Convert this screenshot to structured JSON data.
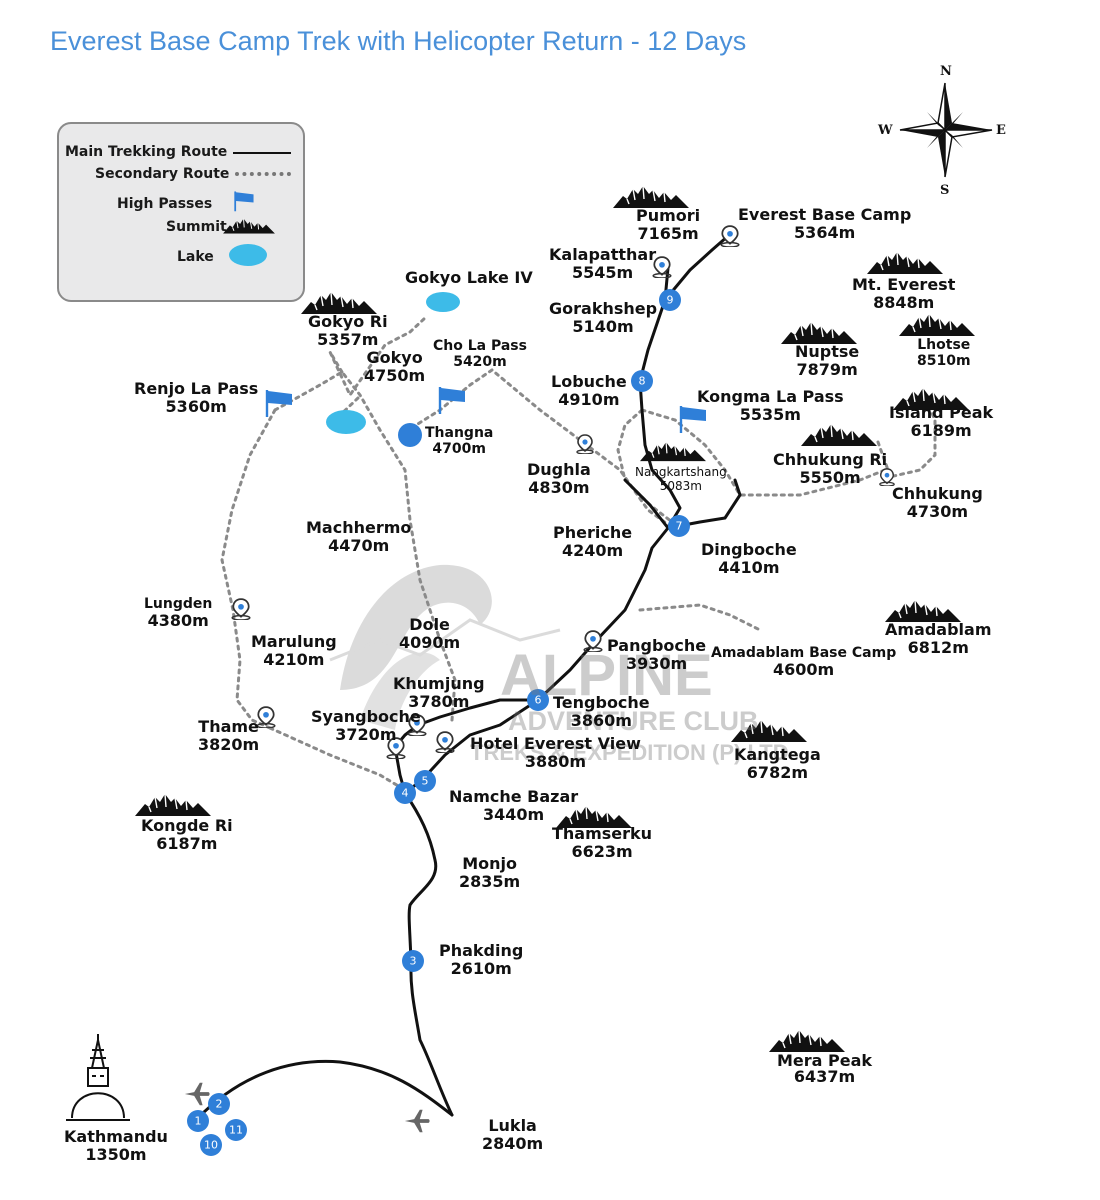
{
  "title": "Everest Base Camp Trek with Helicopter Return - 12 Days",
  "legend": {
    "main_route": "Main Trekking Route",
    "secondary_route": "Secondary Route",
    "high_passes": "High Passes",
    "summit": "Summit",
    "lake": "Lake"
  },
  "compass": {
    "n": "N",
    "s": "S",
    "e": "E",
    "w": "W"
  },
  "watermark": {
    "line1": "ALPINE",
    "line2": "ADVENTURE CLUB",
    "line3": "TREKS & EXPEDITION (P) LTD"
  },
  "places": {
    "pumori": {
      "name": "Pumori",
      "alt": "7165m"
    },
    "ebc": {
      "name": "Everest Base Camp",
      "alt": "5364m"
    },
    "kalapatthar": {
      "name": "Kalapatthar",
      "alt": "5545m"
    },
    "mteverest": {
      "name": "Mt. Everest",
      "alt": "8848m"
    },
    "gokyolake": {
      "name": "Gokyo Lake IV"
    },
    "gorakhshep": {
      "name": "Gorakhshep",
      "alt": "5140m"
    },
    "gokyori": {
      "name": "Gokyo Ri",
      "alt": "5357m"
    },
    "nuptse": {
      "name": "Nuptse",
      "alt": "7879m"
    },
    "lhotse": {
      "name": "Lhotse",
      "alt": "8510m"
    },
    "gokyo": {
      "name": "Gokyo",
      "alt": "4750m"
    },
    "chola": {
      "name": "Cho La Pass",
      "alt": "5420m"
    },
    "lobuche": {
      "name": "Lobuche",
      "alt": "4910m"
    },
    "renjola": {
      "name": "Renjo La Pass",
      "alt": "5360m"
    },
    "kongmala": {
      "name": "Kongma La Pass",
      "alt": "5535m"
    },
    "islandpeak": {
      "name": "Island Peak",
      "alt": "6189m"
    },
    "thangna": {
      "name": "Thangna",
      "alt": "4700m"
    },
    "dughla": {
      "name": "Dughla",
      "alt": "4830m"
    },
    "nangkartshang": {
      "name": "Nangkartshang",
      "alt": "5083m"
    },
    "chhukungri": {
      "name": "Chhukung Ri",
      "alt": "5550m"
    },
    "chhukung": {
      "name": "Chhukung",
      "alt": "4730m"
    },
    "machhermo": {
      "name": "Machhermo",
      "alt": "4470m"
    },
    "pheriche": {
      "name": "Pheriche",
      "alt": "4240m"
    },
    "dingboche": {
      "name": "Dingboche",
      "alt": "4410m"
    },
    "lungden": {
      "name": "Lungden",
      "alt": "4380m"
    },
    "amadablam": {
      "name": "Amadablam",
      "alt": "6812m"
    },
    "marulung": {
      "name": "Marulung",
      "alt": "4210m"
    },
    "dole": {
      "name": "Dole",
      "alt": "4090m"
    },
    "pangboche": {
      "name": "Pangboche",
      "alt": "3930m"
    },
    "amabc": {
      "name": "Amadablam Base Camp",
      "alt": "4600m"
    },
    "khumjung": {
      "name": "Khumjung",
      "alt": "3780m"
    },
    "tengboche": {
      "name": "Tengboche",
      "alt": "3860m"
    },
    "thame": {
      "name": "Thame",
      "alt": "3820m"
    },
    "syangboche": {
      "name": "Syangboche",
      "alt": "3720m"
    },
    "hotelev": {
      "name": "Hotel Everest View",
      "alt": "3880m"
    },
    "kangtega": {
      "name": "Kangtega",
      "alt": "6782m"
    },
    "namche": {
      "name": "Namche Bazar",
      "alt": "3440m"
    },
    "kongderi": {
      "name": "Kongde Ri",
      "alt": "6187m"
    },
    "thamserku": {
      "name": "Thamserku",
      "alt": "6623m"
    },
    "monjo": {
      "name": "Monjo",
      "alt": "2835m"
    },
    "phakding": {
      "name": "Phakding",
      "alt": "2610m"
    },
    "merapeak": {
      "name": "Mera Peak",
      "alt": "6437m"
    },
    "lukla": {
      "name": "Lukla",
      "alt": "2840m"
    },
    "kathmandu": {
      "name": "Kathmandu",
      "alt": "1350m"
    }
  },
  "stops": {
    "s1": "1",
    "s2": "2",
    "s3": "3",
    "s4": "4",
    "s5": "5",
    "s6": "6",
    "s7": "7",
    "s8": "8",
    "s9": "9",
    "s10": "10",
    "s11": "11"
  },
  "colors": {
    "title": "#4a90d9",
    "stop": "#2f7fd8",
    "flag": "#2f7fd8",
    "lake": "#3dbbe8",
    "route": "#111111",
    "secondary": "#8a8a8a"
  }
}
